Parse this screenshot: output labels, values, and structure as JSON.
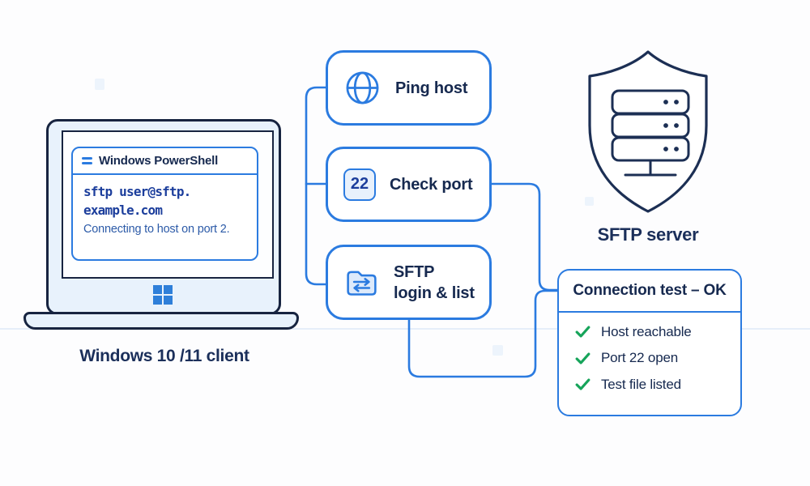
{
  "palette": {
    "accent_blue": "#2b7be0",
    "navy_text": "#16294f",
    "command_blue": "#1c3e9c",
    "status_blue": "#2d5ba8",
    "laptop_outline": "#172440",
    "light_blue_fill": "#e8f2fc",
    "check_green": "#16a45a",
    "windows_logo_blue": "#2e7fd9"
  },
  "laptop": {
    "terminal": {
      "menu_icon": "menu-icon",
      "title": "Windows PowerShell",
      "command_line1": "sftp user@sftp.",
      "command_line2": "example.com",
      "status_line": "Connecting to host on port 2."
    },
    "logo_icon": "windows-logo-icon",
    "caption": "Windows 10 /11 client"
  },
  "steps": [
    {
      "icon": "globe-icon",
      "label": "Ping host"
    },
    {
      "icon": "port-22-badge",
      "badge_text": "22",
      "label": "Check port"
    },
    {
      "icon": "folder-transfer-icon",
      "label_lines": [
        "SFTP",
        "login & list"
      ]
    }
  ],
  "server": {
    "icon": "shield-server-icon",
    "caption": "SFTP server"
  },
  "result": {
    "title": "Connection test – OK",
    "item_icon": "checkmark-icon",
    "items": [
      "Host reachable",
      "Port 22 open",
      "Test file listed"
    ]
  }
}
